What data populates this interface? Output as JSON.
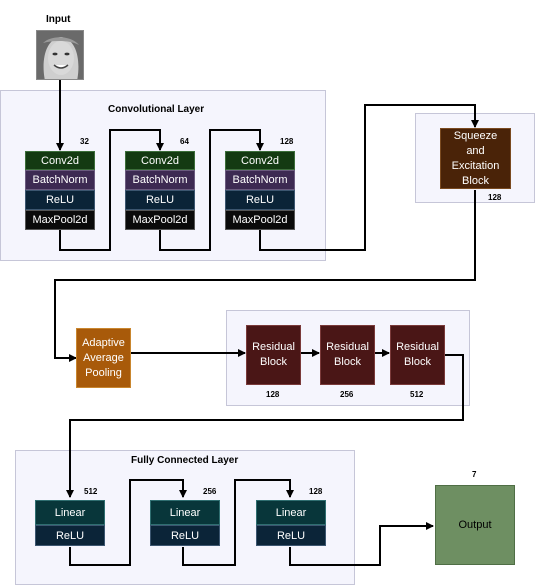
{
  "input": {
    "label": "Input"
  },
  "conv_section": {
    "title": "Convolutional Layer",
    "blocks": [
      {
        "channels": "32",
        "layers": [
          "Conv2d",
          "BatchNorm",
          "ReLU",
          "MaxPool2d"
        ]
      },
      {
        "channels": "64",
        "layers": [
          "Conv2d",
          "BatchNorm",
          "ReLU",
          "MaxPool2d"
        ]
      },
      {
        "channels": "128",
        "layers": [
          "Conv2d",
          "BatchNorm",
          "ReLU",
          "MaxPool2d"
        ]
      }
    ]
  },
  "se_block": {
    "label": "Squeeze and Excitation Block",
    "channels": "128"
  },
  "pooling": {
    "label": "Adaptive Average Pooling"
  },
  "residual_section": {
    "blocks": [
      {
        "label": "Residual Block",
        "channels": "128"
      },
      {
        "label": "Residual Block",
        "channels": "256"
      },
      {
        "label": "Residual Block",
        "channels": "512"
      }
    ]
  },
  "fc_section": {
    "title": "Fully Connected Layer",
    "blocks": [
      {
        "channels": "512",
        "layers": [
          "Linear",
          "ReLU"
        ]
      },
      {
        "channels": "256",
        "layers": [
          "Linear",
          "ReLU"
        ]
      },
      {
        "channels": "128",
        "layers": [
          "Linear",
          "ReLU"
        ]
      }
    ]
  },
  "output": {
    "label": "Output",
    "classes": "7"
  },
  "colors": {
    "conv2d": "#143a12",
    "batchnorm": "#3d2a52",
    "relu": "#0b2438",
    "maxpool": "#0a0a0a",
    "linear": "#08363a",
    "residual": "#4a1616",
    "se_block": "#4a2308",
    "pooling": "#a85a0a",
    "output": "#6e8f62",
    "panel": "#f5f5fd"
  },
  "icons": {
    "input_image": "face-photo-icon"
  }
}
